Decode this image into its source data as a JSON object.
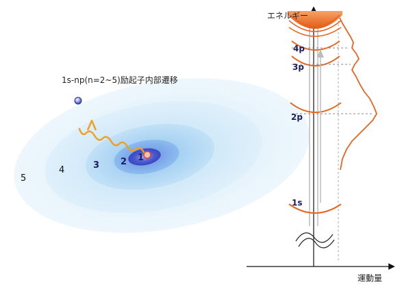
{
  "transition_title": "1s-np(n=2~5)励起子内部遷移",
  "orbit_numbers": [
    "1",
    "2",
    "3",
    "4",
    "5"
  ],
  "energy_axis_label": "エネルギー",
  "momentum_axis_label": "運動量",
  "levels": [
    "1s",
    "2p",
    "3p",
    "4p"
  ],
  "colors": {
    "orange": "#e8641e",
    "dark_orange": "#d85010",
    "wave": "#f0a020",
    "navy": "#1b1f5e",
    "ring_outer": "#e6f2fb",
    "ring_inner": "#3f5fd0"
  }
}
